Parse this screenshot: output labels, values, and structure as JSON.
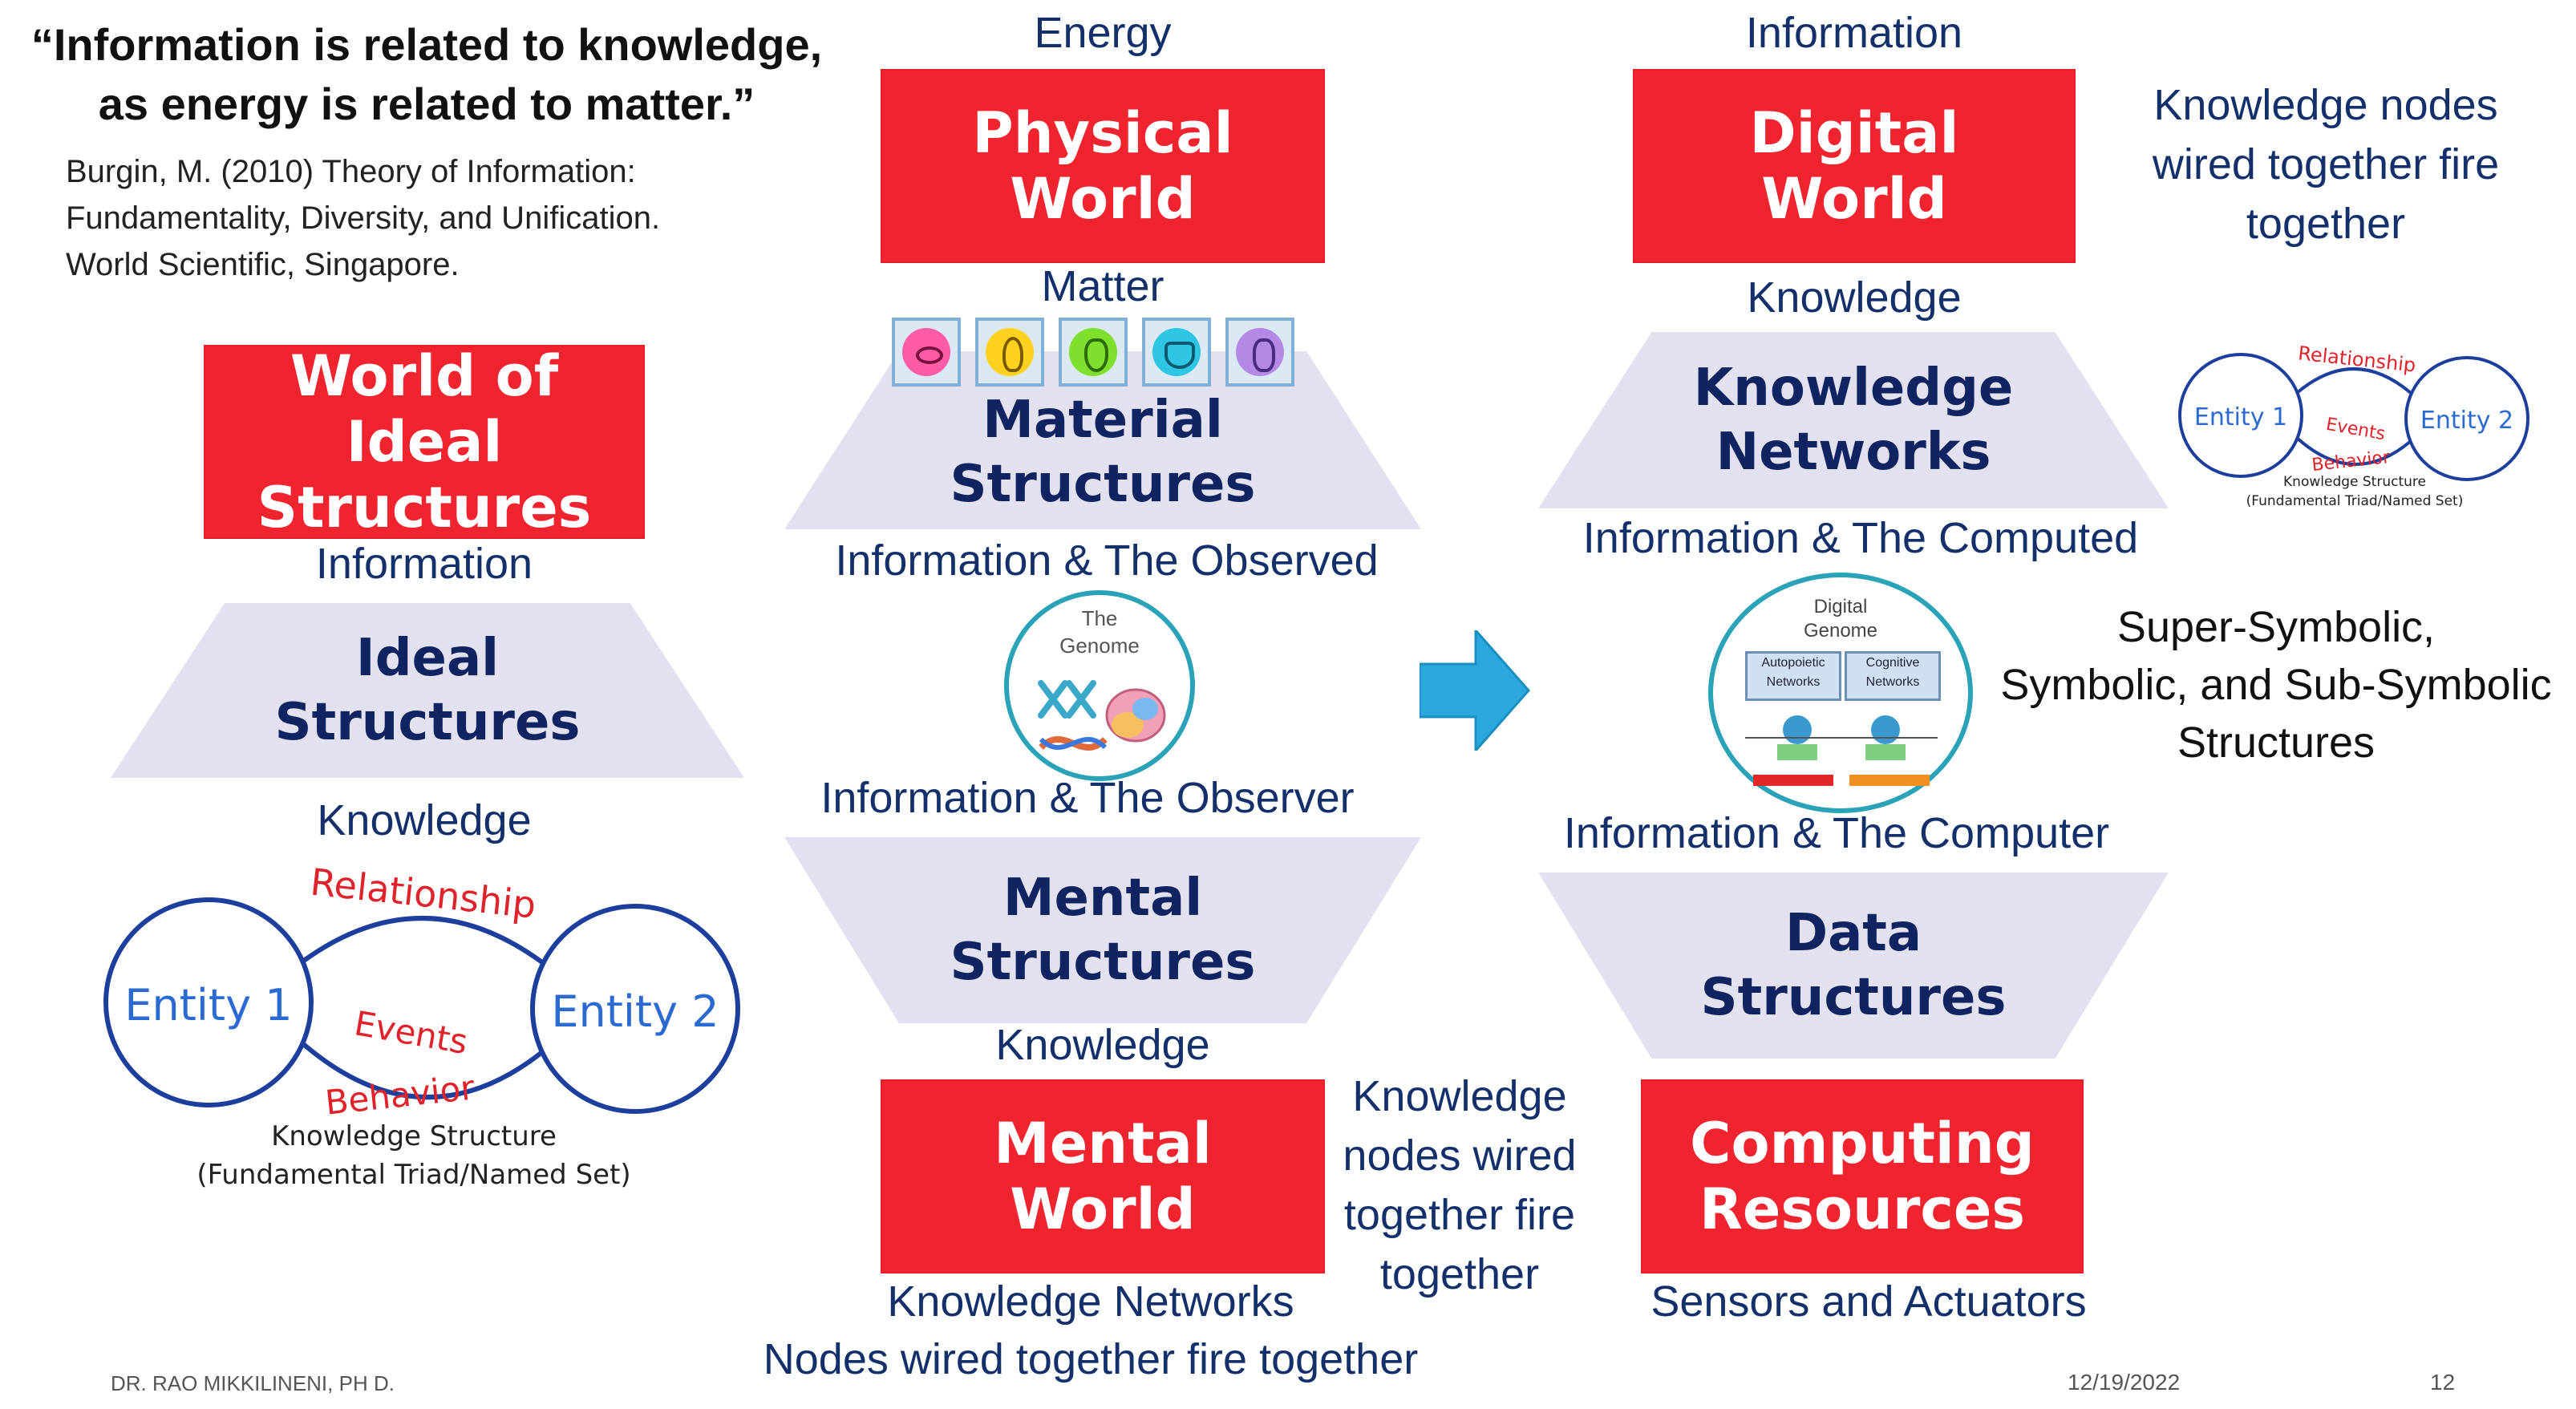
{
  "quote": {
    "line1": "“Information is related to knowledge,",
    "line2": "as energy is related to matter.”",
    "citation1": "Burgin, M. (2010) Theory of Information:",
    "citation2": "Fundamentality, Diversity, and Unification.",
    "citation3": "World Scientific, Singapore."
  },
  "left": {
    "box_title": [
      "World of Ideal",
      "Structures"
    ],
    "label_top": "Information",
    "trap_label": [
      "Ideal",
      "Structures"
    ],
    "label_bottom": "Knowledge",
    "triad": {
      "entity1": "Entity 1",
      "entity2": "Entity 2",
      "relationship": "Relationship",
      "events": "Events",
      "behavior": "Behavior",
      "caption1": "Knowledge Structure",
      "caption2": "(Fundamental Triad/Named Set)"
    }
  },
  "middle": {
    "label_energy": "Energy",
    "box_physical": [
      "Physical",
      "World"
    ],
    "label_matter": "Matter",
    "trap_material": [
      "Material",
      "Structures"
    ],
    "label_observed": "Information & The Observed",
    "genome": [
      "The",
      "Genome"
    ],
    "label_observer": "Information & The Observer",
    "trap_mental": [
      "Mental",
      "Structures"
    ],
    "label_knowledge": "Knowledge",
    "box_mental": [
      "Mental",
      "World"
    ],
    "side_note": [
      "Knowledge",
      "nodes wired",
      "together fire",
      "together"
    ],
    "label_networks": "Knowledge Networks",
    "label_nodes": "Nodes wired together fire together"
  },
  "right": {
    "label_information": "Information",
    "box_digital": [
      "Digital",
      "World"
    ],
    "side_note_top": [
      "Knowledge nodes",
      "wired together fire",
      "together"
    ],
    "label_knowledge": "Knowledge",
    "trap_knowledge": [
      "Knowledge",
      "Networks"
    ],
    "small_triad": {
      "entity1": "Entity 1",
      "entity2": "Entity 2",
      "relationship": "Relationship",
      "events": "Events",
      "behavior": "Behavior",
      "caption1": "Knowledge Structure",
      "caption2": "(Fundamental Triad/Named Set)"
    },
    "label_computed": "Information & The Computed",
    "digital_genome": {
      "title": [
        "Digital",
        "Genome"
      ],
      "box1": [
        "Autopoietic",
        "Networks"
      ],
      "box2": [
        "Cognitive",
        "Networks"
      ]
    },
    "side_note_mid": [
      "Super-Symbolic,",
      "Symbolic, and Sub-Symbolic",
      "Structures"
    ],
    "label_computer": "Information & The Computer",
    "trap_data": [
      "Data",
      "Structures"
    ],
    "box_computing": [
      "Computing",
      "Resources"
    ],
    "label_sensors": "Sensors and Actuators"
  },
  "footer": {
    "author": "DR. RAO MIKKILINENI, PH D.",
    "date": "12/19/2022",
    "page": "12"
  },
  "colors": {
    "red": "#f0242e",
    "navy": "#14306a",
    "trapezoid": "#e3e1ef",
    "arrow": "#2aa7dc"
  }
}
